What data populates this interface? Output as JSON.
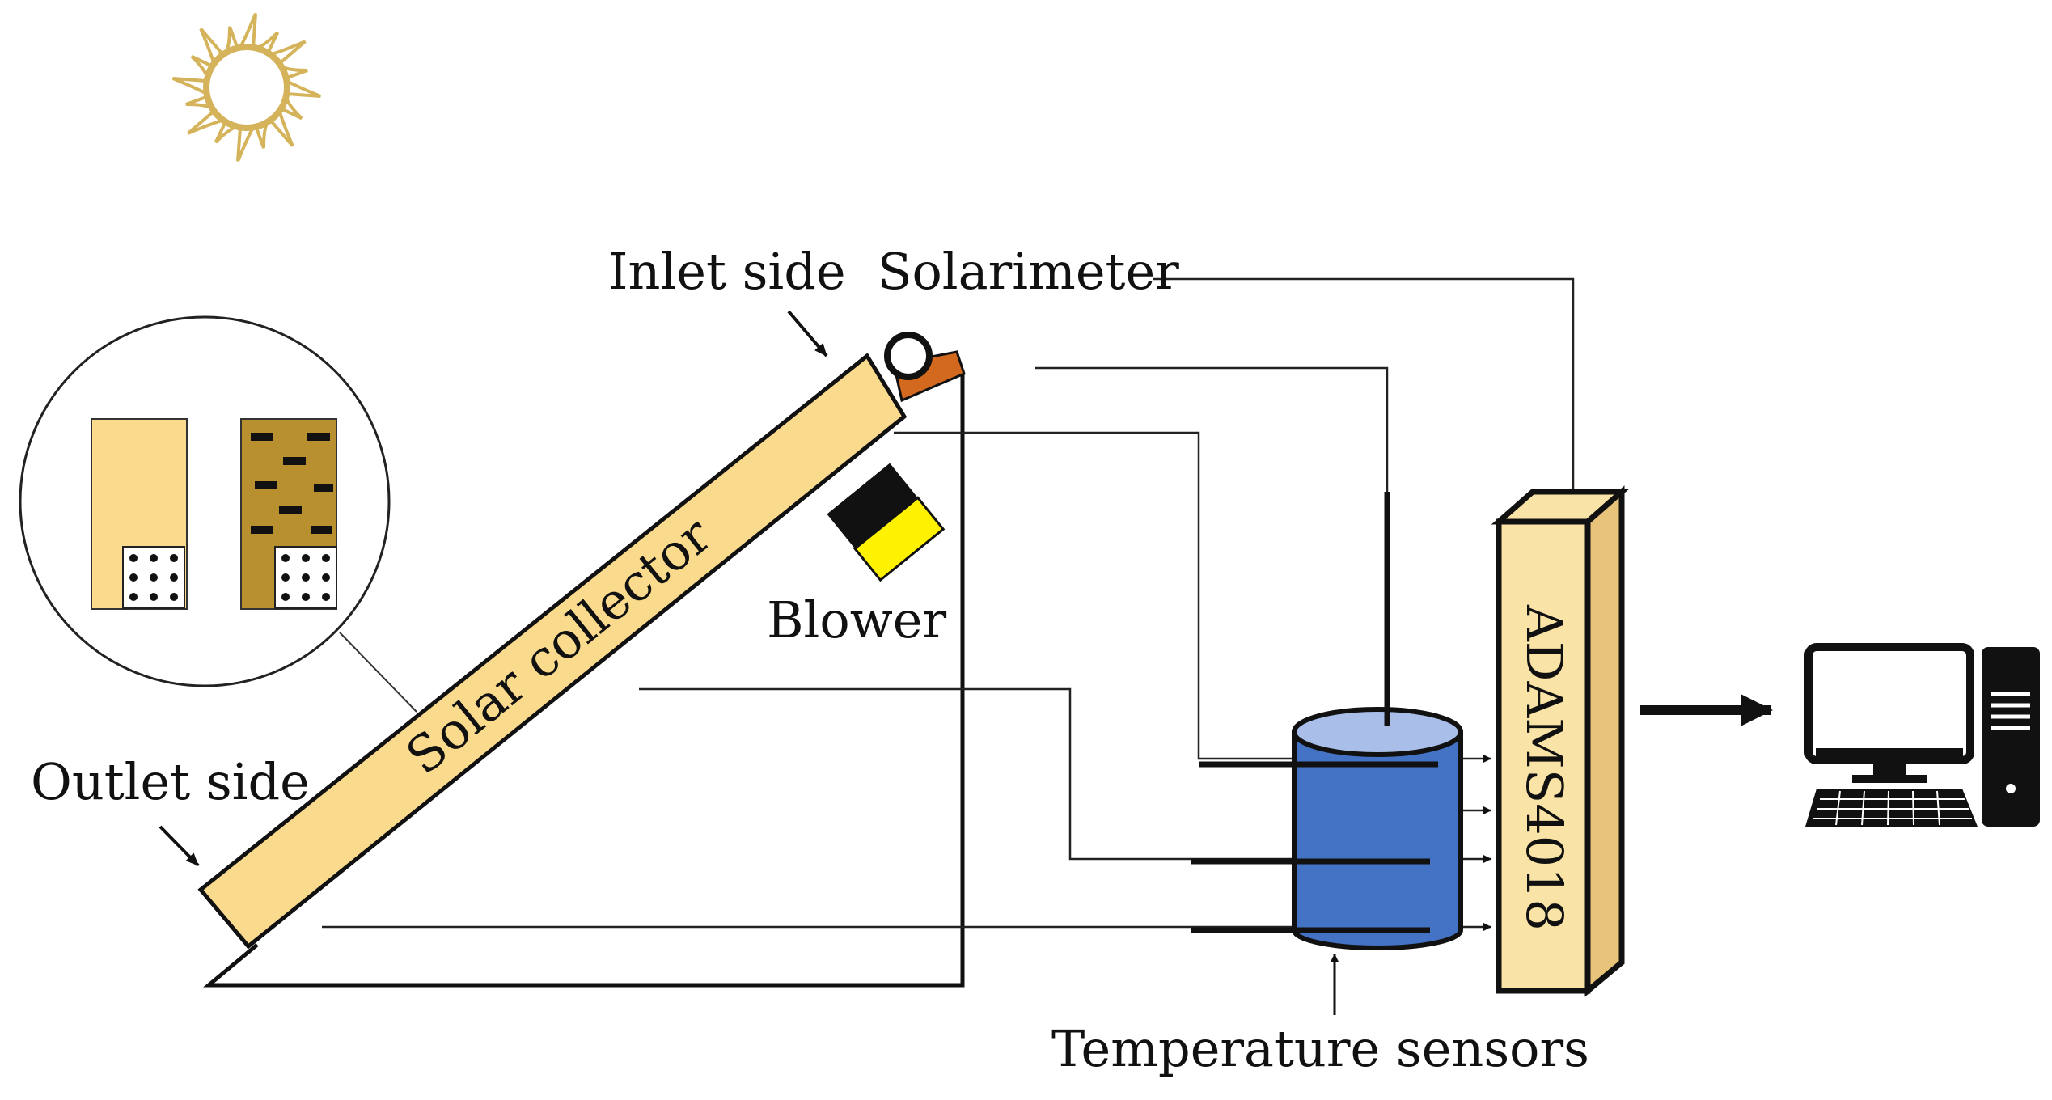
{
  "labels": {
    "inlet_side": "Inlet side",
    "solarimeter": "Solarimeter",
    "outlet_side": "Outlet side",
    "solar_collector": "Solar collector",
    "blower": "Blower",
    "adams": "ADAMS4018",
    "temperature_sensors": "Temperature sensors"
  },
  "colors": {
    "collector_fill": "#FADB8E",
    "absorber_dark": "#B8902F",
    "tank_blue": "#4472C4",
    "tank_top": "#A9BFEA",
    "logger_fill": "#FAE3A6",
    "blower_yellow": "#FFF200",
    "solarimeter_orange": "#D2691E",
    "sun_gold": "#D4B35A"
  },
  "icons": {
    "sun": "sun-icon",
    "computer": "desktop-computer-icon",
    "blower": "fan-icon",
    "solarimeter": "solarimeter-icon"
  }
}
